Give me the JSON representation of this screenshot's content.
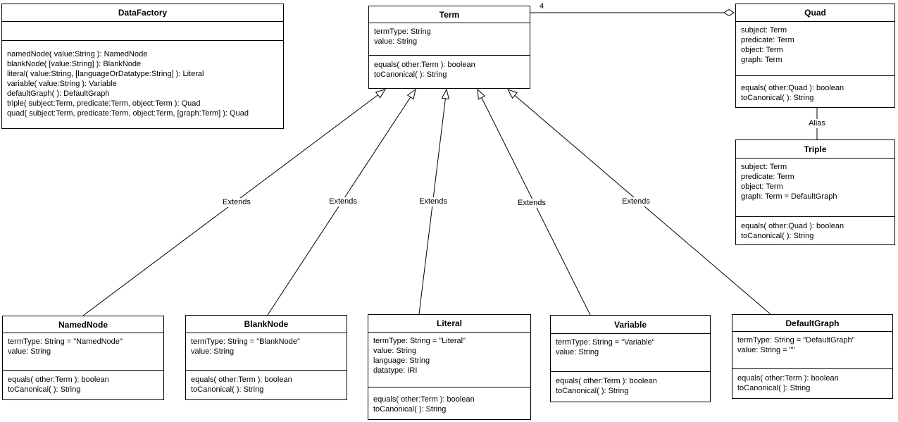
{
  "colors": {
    "line": "#000000",
    "box_fill": "#ffffff",
    "text": "#000000",
    "background": "#ffffff"
  },
  "classes": {
    "dataFactory": {
      "name": "DataFactory",
      "attributes": [],
      "methods": [
        "namedNode( value:String ): NamedNode",
        "blankNode( [value:String] ): BlankNode",
        "literal( value:String, [languageOrDatatype:String] ): Literal",
        "variable( value:String ): Variable",
        "defaultGraph( ): DefaultGraph",
        "triple( subject:Term, predicate:Term, object:Term ): Quad",
        "quad( subject:Term, predicate:Term, object:Term, [graph:Term] ): Quad"
      ]
    },
    "term": {
      "name": "Term",
      "attributes": [
        "termType: String",
        "value: String"
      ],
      "methods": [
        "equals( other:Term ): boolean",
        "toCanonical( ): String"
      ]
    },
    "quad": {
      "name": "Quad",
      "attributes": [
        "subject: Term",
        "predicate: Term",
        "object: Term",
        "graph: Term"
      ],
      "methods": [
        "equals( other:Quad ): boolean",
        "toCanonical( ): String"
      ]
    },
    "triple": {
      "name": "Triple",
      "attributes": [
        "subject: Term",
        "predicate: Term",
        "object: Term",
        "graph: Term = DefaultGraph"
      ],
      "methods": [
        "equals( other:Quad ): boolean",
        "toCanonical( ): String"
      ]
    },
    "namedNode": {
      "name": "NamedNode",
      "attributes": [
        "termType: String = \"NamedNode\"",
        "value: String"
      ],
      "methods": [
        "equals( other:Term ): boolean",
        "toCanonical( ): String"
      ]
    },
    "blankNode": {
      "name": "BlankNode",
      "attributes": [
        "termType: String = \"BlankNode\"",
        "value: String"
      ],
      "methods": [
        "equals( other:Term ): boolean",
        "toCanonical( ): String"
      ]
    },
    "literal": {
      "name": "Literal",
      "attributes": [
        "termType: String = \"Literal\"",
        "value: String",
        "language: String",
        "datatype: IRI"
      ],
      "methods": [
        "equals( other:Term ): boolean",
        "toCanonical( ): String"
      ]
    },
    "variable": {
      "name": "Variable",
      "attributes": [
        "termType: String = \"Variable\"",
        "value: String"
      ],
      "methods": [
        "equals( other:Term ): boolean",
        "toCanonical( ): String"
      ]
    },
    "defaultGraph": {
      "name": "DefaultGraph",
      "attributes": [
        "termType: String = \"DefaultGraph\"",
        "value: String = \"\""
      ],
      "methods": [
        "equals( other:Term ): boolean",
        "toCanonical( ): String"
      ]
    }
  },
  "connectors": {
    "term_quad": {
      "type": "aggregation",
      "from": "Term",
      "to": "Quad",
      "label": "4"
    },
    "quad_triple": {
      "type": "association",
      "from": "Quad",
      "to": "Triple",
      "label": "Alias"
    },
    "extends": [
      {
        "from": "NamedNode",
        "to": "Term",
        "label": "Extends"
      },
      {
        "from": "BlankNode",
        "to": "Term",
        "label": "Extends"
      },
      {
        "from": "Literal",
        "to": "Term",
        "label": "Extends"
      },
      {
        "from": "Variable",
        "to": "Term",
        "label": "Extends"
      },
      {
        "from": "DefaultGraph",
        "to": "Term",
        "label": "Extends"
      }
    ]
  }
}
